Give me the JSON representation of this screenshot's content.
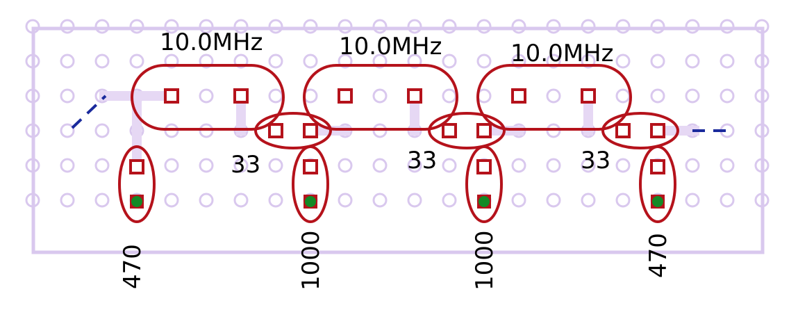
{
  "colors": {
    "grid_hole": "#d9c8ee",
    "board_outline": "#d9c8ee",
    "trace": "#e6d8f4",
    "component_outline": "#b5121b",
    "pad_fill": "#ffffff",
    "ground_pad_fill": "#138a26",
    "wire_link": "#1a2a9c"
  },
  "components": {
    "crystals": [
      {
        "id": "Y1",
        "label": "10.0MHz"
      },
      {
        "id": "Y2",
        "label": "10.0MHz"
      },
      {
        "id": "Y3",
        "label": "10.0MHz"
      }
    ],
    "series_resistors": [
      {
        "id": "R_s1",
        "label": "33"
      },
      {
        "id": "R_s2",
        "label": "33"
      },
      {
        "id": "R_s3",
        "label": "33"
      }
    ],
    "shunt_capacitors": [
      {
        "id": "C1",
        "label": "470"
      },
      {
        "id": "C2",
        "label": "1000"
      },
      {
        "id": "C3",
        "label": "1000"
      },
      {
        "id": "C4",
        "label": "470"
      }
    ]
  }
}
